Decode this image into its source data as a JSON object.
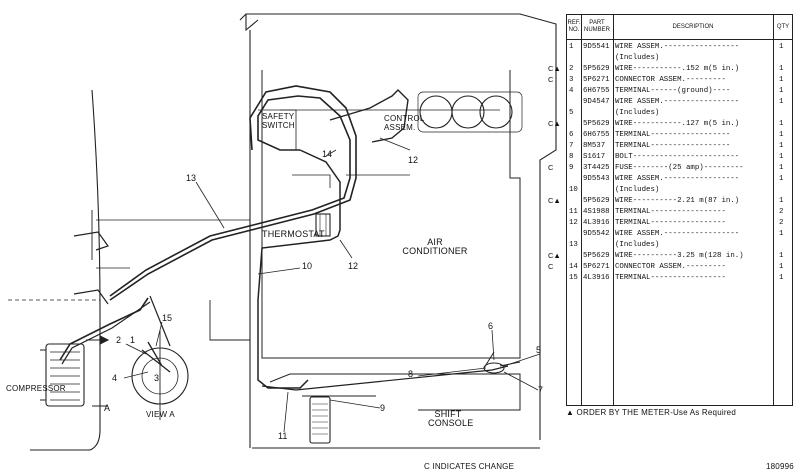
{
  "diagram": {
    "labels": {
      "safety_switch": [
        "SAFETY",
        "SWITCH"
      ],
      "control_assem": [
        "CONTROL",
        "ASSEM."
      ],
      "thermostat": "THERMOSTAT",
      "air_conditioner": [
        "AIR",
        "CONDITIONER"
      ],
      "compressor": "COMPRESSOR",
      "view_a": "VIEW A",
      "arrow_a": "A",
      "shift_console": [
        "SHIFT",
        "CONSOLE"
      ]
    },
    "callouts": [
      "13",
      "14",
      "12",
      "12",
      "10",
      "15",
      "2",
      "1",
      "4",
      "3",
      "6",
      "5",
      "8",
      "7",
      "9",
      "11"
    ],
    "footer_change": "C INDICATES CHANGE",
    "drawing_number": "180996"
  },
  "parts_table": {
    "headers": {
      "ref": "REF. NO.",
      "part": "PART NUMBER",
      "desc": "DESCRIPTION",
      "qty": "QTY"
    },
    "rows": [
      {
        "chg": "",
        "ref": "1",
        "part": "9D5541",
        "desc": "WIRE ASSEM.-----------------",
        "qty": "1"
      },
      {
        "chg": "",
        "ref": "",
        "part": "",
        "desc": "  (Includes)",
        "qty": ""
      },
      {
        "chg": "C▲",
        "ref": "2",
        "part": "5P5629",
        "desc": "  WIRE-----------.152 m(5 in.)",
        "qty": "1"
      },
      {
        "chg": "C",
        "ref": "3",
        "part": "5P6271",
        "desc": "  CONNECTOR ASSEM.---------",
        "qty": "1"
      },
      {
        "chg": "",
        "ref": "4",
        "part": "6H6755",
        "desc": "  TERMINAL------(ground)----",
        "qty": "1"
      },
      {
        "chg": "",
        "ref": "",
        "part": "9D4547",
        "desc": "WIRE ASSEM.-----------------",
        "qty": "1"
      },
      {
        "chg": "",
        "ref": "5",
        "part": "",
        "desc": "  (Includes)",
        "qty": ""
      },
      {
        "chg": "C▲",
        "ref": "",
        "part": "5P5629",
        "desc": "  WIRE-----------.127 m(5 in.)",
        "qty": "1"
      },
      {
        "chg": "",
        "ref": "6",
        "part": "6H6755",
        "desc": "  TERMINAL------------------",
        "qty": "1"
      },
      {
        "chg": "",
        "ref": "7",
        "part": "8M537",
        "desc": "  TERMINAL------------------",
        "qty": "1"
      },
      {
        "chg": "",
        "ref": "8",
        "part": "S1617",
        "desc": "BOLT------------------------",
        "qty": "1"
      },
      {
        "chg": "C",
        "ref": "9",
        "part": "3T4425",
        "desc": "FUSE--------(25 amp)---------",
        "qty": "1"
      },
      {
        "chg": "",
        "ref": "",
        "part": "9D5543",
        "desc": "WIRE ASSEM.-----------------",
        "qty": "1"
      },
      {
        "chg": "",
        "ref": "10",
        "part": "",
        "desc": "  (Includes)",
        "qty": ""
      },
      {
        "chg": "C▲",
        "ref": "",
        "part": "5P5629",
        "desc": "  WIRE----------2.21 m(87 in.)",
        "qty": "1"
      },
      {
        "chg": "",
        "ref": "11",
        "part": "4S1988",
        "desc": "  TERMINAL-----------------",
        "qty": "2"
      },
      {
        "chg": "",
        "ref": "12",
        "part": "4L3916",
        "desc": "  TERMINAL-----------------",
        "qty": "2"
      },
      {
        "chg": "",
        "ref": "",
        "part": "9D5542",
        "desc": "WIRE ASSEM.-----------------",
        "qty": "1"
      },
      {
        "chg": "",
        "ref": "13",
        "part": "",
        "desc": "  (Includes)",
        "qty": ""
      },
      {
        "chg": "C▲",
        "ref": "",
        "part": "5P5629",
        "desc": "  WIRE----------3.25 m(128 in.)",
        "qty": "1"
      },
      {
        "chg": "C",
        "ref": "14",
        "part": "5P6271",
        "desc": "  CONNECTOR ASSEM.---------",
        "qty": "1"
      },
      {
        "chg": "",
        "ref": "15",
        "part": "4L3916",
        "desc": "  TERMINAL-----------------",
        "qty": "1"
      }
    ],
    "note": "▲ ORDER BY THE METER-Use As Required"
  }
}
